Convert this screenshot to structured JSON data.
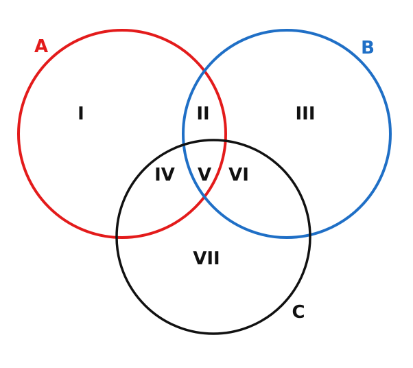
{
  "sets": [
    {
      "key": "A",
      "label": "A",
      "color": "#e31b1b"
    },
    {
      "key": "B",
      "label": "B",
      "color": "#1f6fc6"
    },
    {
      "key": "C",
      "label": "C",
      "color": "#111111"
    }
  ],
  "regions": [
    "I",
    "II",
    "III",
    "IV",
    "V",
    "VI",
    "VII"
  ]
}
